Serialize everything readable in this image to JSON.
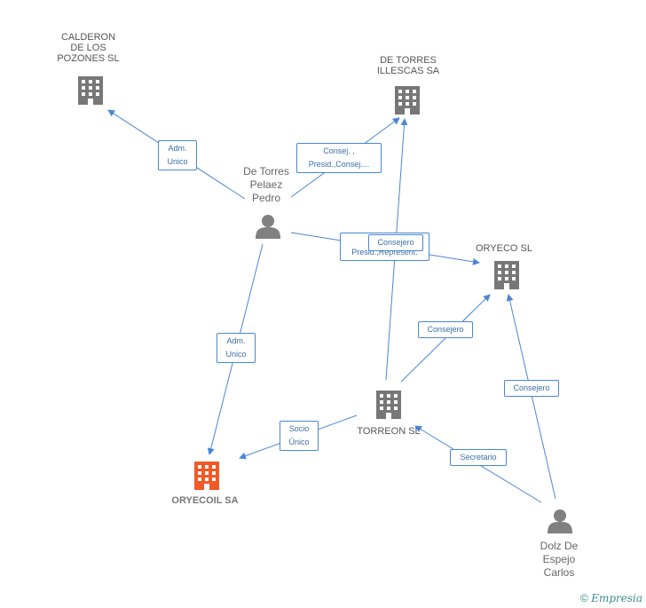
{
  "nodes": {
    "calderon": "CALDERON\nDE LOS\nPOZONES SL",
    "detorres": "DE TORRES\nILLESCAS SA",
    "oryeco": "ORYECO SL",
    "torreon": "TORREON SL",
    "oryecoil": "ORYECOIL SA",
    "pedro": "De Torres\nPelaez\nPedro",
    "carlos": "Dolz De\nEspejo\nCarlos"
  },
  "edges": {
    "adm_unico_1": "Adm.\nUnico",
    "consej_presid": "Consej. ,\nPresid.,Consej....",
    "consejero_back": "Consejero",
    "presid_represent": "Presid.,Represent.",
    "adm_unico_2": "Adm.\nUnico",
    "consejero_oryeco": "Consejero",
    "consejero_carlos": "Consejero",
    "socio_unico": "Socio\nÚnico",
    "secretario": "Secretario"
  },
  "colors": {
    "edge": "#4a86d4",
    "building": "#777777",
    "building_main": "#f05a28",
    "person": "#808080"
  },
  "footer": {
    "copyright": "©",
    "brand": "Empresia"
  }
}
